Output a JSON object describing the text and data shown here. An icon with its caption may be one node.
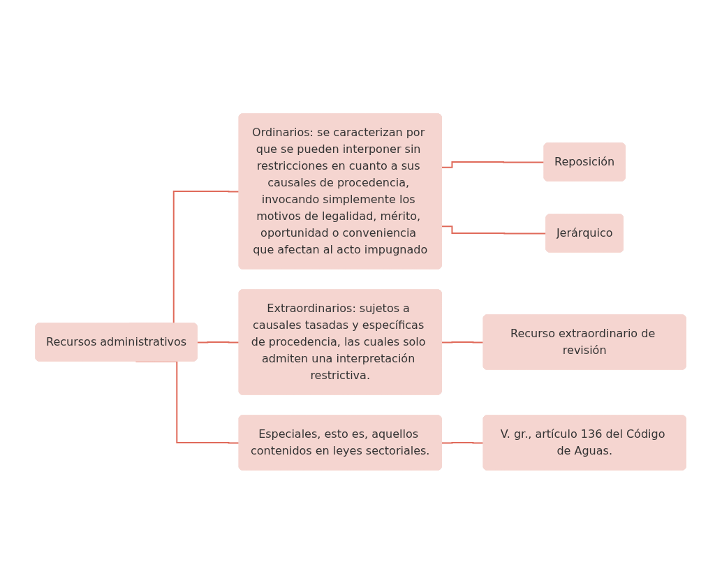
{
  "diagram": {
    "nodes": [
      {
        "text": [
          "Recursos administrativos"
        ]
      },
      {
        "text": [
          "Ordinarios: se caracterizan por que se pueden interponer sin restricciones en cuanto a sus causales de procedencia, invocando simplemente los motivos de legalidad, mérito, oportunidad o conveniencia que afectan al acto impugnado"
        ]
      },
      {
        "text": [
          "Reposición"
        ]
      },
      {
        "text": [
          "Jerárquico"
        ]
      },
      {
        "text": [
          "Extraordinarios: sujetos a causales tasadas y específicas de procedencia, las cuales solo admiten una interpretación restrictiva."
        ]
      },
      {
        "text": [
          "Recurso extraordinario de revisión"
        ]
      },
      {
        "text": [
          "Especiales, esto es, aquellos contenidos en leyes sectoriales."
        ]
      },
      {
        "text": [
          "V. gr., artículo 136 del Código de Aguas."
        ]
      }
    ],
    "edges": [
      {
        "from": 0,
        "to": 1,
        "arrow": "none"
      },
      {
        "from": 0,
        "to": 4,
        "arrow": "none"
      },
      {
        "from": 0,
        "to": 6,
        "arrow": "none"
      },
      {
        "from": 1,
        "to": 2,
        "arrow": "none"
      },
      {
        "from": 1,
        "to": 3,
        "arrow": "none"
      },
      {
        "from": 4,
        "to": 5,
        "arrow": "none"
      },
      {
        "from": 6,
        "to": 7,
        "arrow": "none"
      }
    ]
  }
}
